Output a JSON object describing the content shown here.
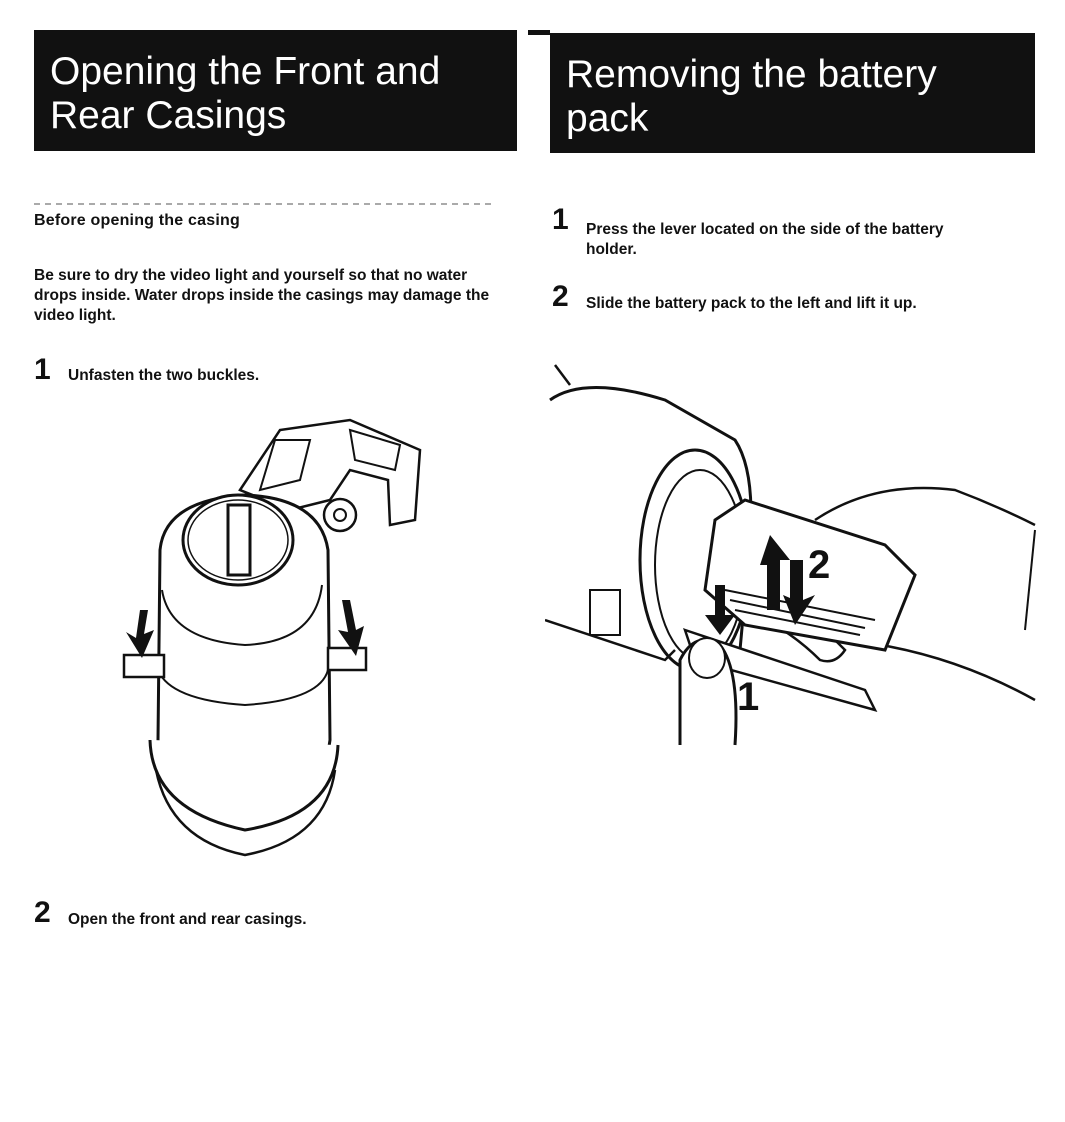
{
  "left": {
    "title_line1": "Opening the Front and",
    "title_line2": "Rear Casings",
    "subheading": "Before opening the casing",
    "intro": "Be sure to dry the video light and yourself so that no water drops inside. Water drops inside the casings may damage the video light.",
    "steps": [
      {
        "number": "1",
        "text": "Unfasten the two buckles."
      },
      {
        "number": "2",
        "text": "Open the front and rear casings."
      }
    ]
  },
  "right": {
    "title_line1": "Removing the battery",
    "title_line2": "pack",
    "steps": [
      {
        "number": "1",
        "text_line1": "Press the lever located on the side of the battery",
        "text_line2": "holder."
      },
      {
        "number": "2",
        "text_line1": "Slide the battery pack to the left and lift it up."
      }
    ],
    "figure_labels": [
      "2",
      "1"
    ]
  }
}
